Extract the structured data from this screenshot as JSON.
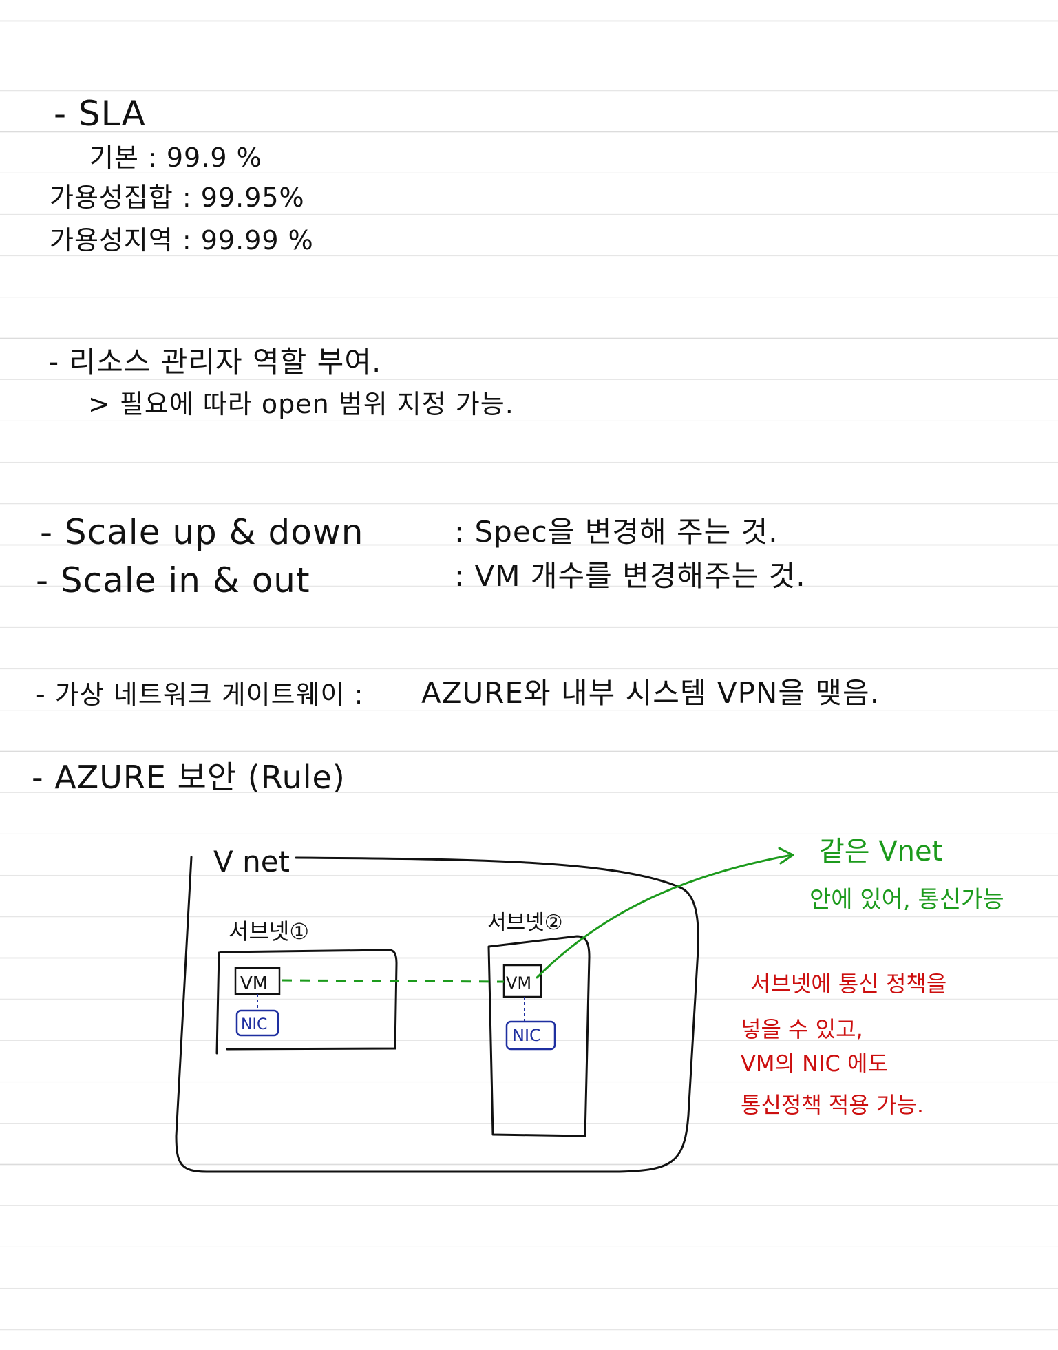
{
  "notes": {
    "sla": {
      "heading": "- SLA",
      "basic": "기본 : 99.9 %",
      "availability_set": "가용성집합 : 99.95%",
      "availability_zone": "가용성지역 : 99.99 %"
    },
    "rbac": {
      "heading": "- 리소스 관리자 역할 부여.",
      "detail": "> 필요에 따라 open 범위 지정 가능."
    },
    "scaling": {
      "scale_up": "- Scale up & down",
      "scale_up_desc": ": Spec을 변경해 주는 것.",
      "scale_out": "- Scale in & out",
      "scale_out_desc": ": VM 개수를 변경해주는 것."
    },
    "vpn_gateway": {
      "label": "- 가상 네트워크 게이트웨이 :",
      "desc": "AZURE와 내부 시스템 VPN을 맺음."
    },
    "security": {
      "heading": "- AZURE 보안 (Rule)"
    }
  },
  "diagram": {
    "vnet_label": "V net",
    "subnet1_label": "서브넷①",
    "subnet2_label": "서브넷②",
    "vm_label": "VM",
    "nic_label": "NIC",
    "green_note_line1": "같은 Vnet",
    "green_note_line2": "안에 있어, 통신가능",
    "red_note": [
      "서브넷에 통신 정책을",
      "넣을 수 있고,",
      "VM의 NIC 에도",
      "통신정책 적용 가능."
    ],
    "colors": {
      "ink": "#111111",
      "green": "#1c9a1c",
      "red": "#cc0f0f",
      "blue": "#1e2fa0",
      "rule_line": "#dcdcdc"
    }
  }
}
